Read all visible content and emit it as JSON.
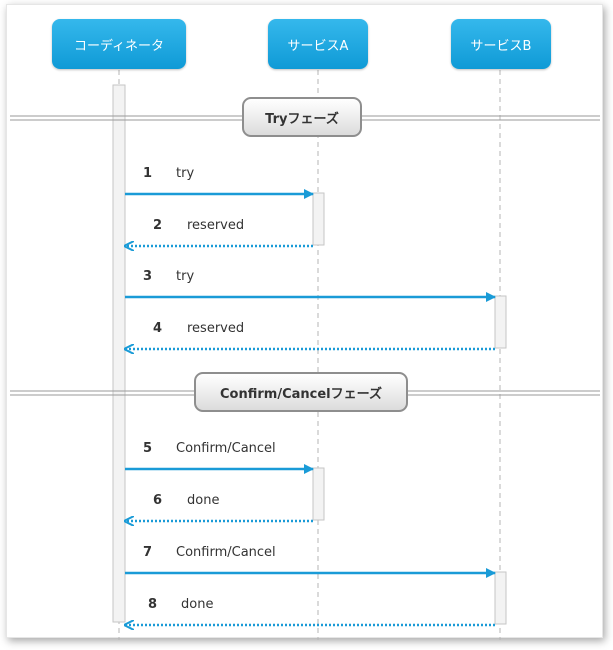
{
  "participants": [
    {
      "id": "coordinator",
      "label": "コーディネータ"
    },
    {
      "id": "serviceA",
      "label": "サービスA"
    },
    {
      "id": "serviceB",
      "label": "サービスB"
    }
  ],
  "phases": [
    {
      "label": "Tryフェーズ"
    },
    {
      "label": "Confirm/Cancelフェーズ"
    }
  ],
  "messages": [
    {
      "num": "1",
      "text": "try",
      "from": "coordinator",
      "to": "serviceA",
      "kind": "call"
    },
    {
      "num": "2",
      "text": "reserved",
      "from": "serviceA",
      "to": "coordinator",
      "kind": "return"
    },
    {
      "num": "3",
      "text": "try",
      "from": "coordinator",
      "to": "serviceB",
      "kind": "call"
    },
    {
      "num": "4",
      "text": "reserved",
      "from": "serviceB",
      "to": "coordinator",
      "kind": "return"
    },
    {
      "num": "5",
      "text": "Confirm/Cancel",
      "from": "coordinator",
      "to": "serviceA",
      "kind": "call"
    },
    {
      "num": "6",
      "text": "done",
      "from": "serviceA",
      "to": "coordinator",
      "kind": "return"
    },
    {
      "num": "7",
      "text": "Confirm/Cancel",
      "from": "coordinator",
      "to": "serviceB",
      "kind": "call"
    },
    {
      "num": "8",
      "text": "done",
      "from": "serviceB",
      "to": "coordinator",
      "kind": "return"
    }
  ],
  "colors": {
    "accent": "#0f9ad6",
    "arrow": "#1a9bd7",
    "phase_border": "#8e8e8e"
  }
}
